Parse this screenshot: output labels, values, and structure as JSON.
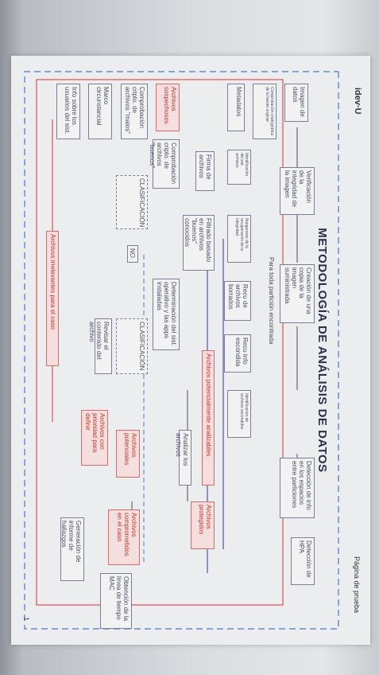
{
  "header": {
    "logo": "idev·U",
    "page_label": "Página de prueba"
  },
  "title": "METODOLOGÍA DE ANÁLISIS DE DATOS",
  "page_number": "1",
  "boxes": {
    "imagen": "Imagen de datos",
    "verificacion": "Verificación de la integridad de la imagen",
    "creacion": "Creación de una copia de la imagen suministrada",
    "deteccion_particiones": "Detección de info en los espacios entre particiones",
    "deteccion_hpa": "Detección de HPA",
    "comprobacion": "Comprobación criptográfica de la fuente original",
    "identificacion_sist": "Identificación del sist. archivos",
    "recuperacion": "Asegurarse de la recuperación de la integridad",
    "recu_borrados": "Recu de archivos borrados",
    "recu_escondida": "Recu info escondida",
    "identif_escondida": "Identificación de archivos escondidos",
    "metadatos": "Metadatos",
    "particion_encontrada": "Para toda partición encontrada",
    "archivos_analizables": "Archivos potencialmente analizables",
    "firma": "Firma de archivos",
    "filtrado": "Filtrado basado en archivos \"buenos\" conocidos",
    "determinacion": "Determinación del sist. operativo y las apps instaladas",
    "analizar": "Analizar los archivos",
    "protegidos": "Archivos protegidos",
    "archivos_sospechosos": "Archivos sospechosos",
    "comprobacion_cripto": "Comprobación cripto. de archivos \"buenos\"",
    "comprobacion_malos": "Comprobación cripto. de archivos \"malos\"",
    "clasificacion_1": "CLASIFICACIÓN",
    "clasificacion_2": "CLASIFICACIÓN",
    "revisar": "Revisar el contenido del archivo",
    "no": "NO",
    "contexto": "Marco circunstancial",
    "info_usuarios": "Info sobre los usuarios del sist.",
    "archivos_prioridad": "Archivos con prioridad para definir",
    "archivos_potenciales": "Archivos potenciales",
    "archivos_comprometidos": "Archivos comprometidos en el caso",
    "relevantes": "Archivos irrelevantes para el caso",
    "generacion_informe": "Generación de informe de hallazgos",
    "obtencion_mac": "Obtención de la línea de tiempo MAC"
  }
}
